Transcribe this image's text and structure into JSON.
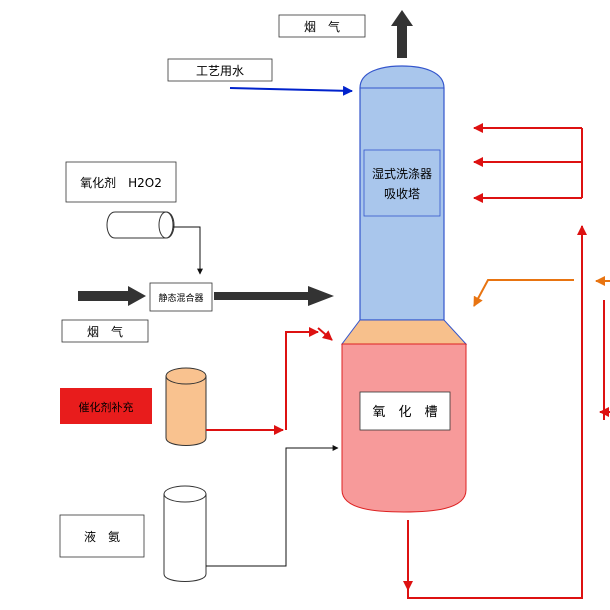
{
  "labels": {
    "flue_gas_out": "烟　气",
    "process_water": "工艺用水",
    "oxidant": "氧化剂　H2O2",
    "static_mixer": "静态混合器",
    "flue_gas_in": "烟　气",
    "catalyst_makeup": "催化剂补充",
    "liquid_ammonia": "液　氨",
    "scrubber_line1": "湿式洗涤器",
    "scrubber_line2": "吸收塔",
    "oxidation_tank": "氧　化　槽"
  },
  "colors": {
    "tower_blue": "#a9c6ec",
    "tower_cone": "#f7c08c",
    "tank_pink": "#f79a9a",
    "catalyst_vessel": "#f9c28f",
    "red_line": "#dd1111",
    "blue_line": "#0022cc",
    "orange_line": "#e87411",
    "catalyst_box": "#e81c1c"
  }
}
